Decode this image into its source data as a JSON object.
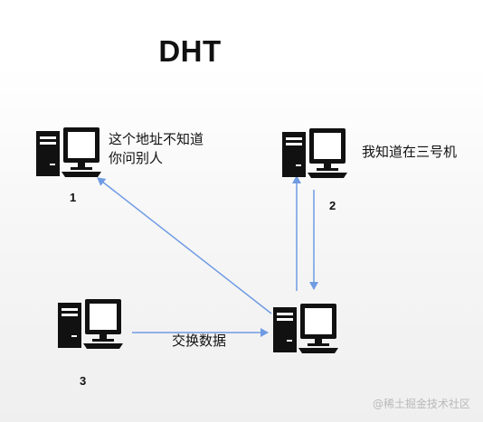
{
  "title": "DHT",
  "nodes": {
    "n1": {
      "number": "1",
      "note": "这个地址不知道\n你问别人"
    },
    "n2": {
      "number": "2",
      "note": "我知道在三号机"
    },
    "n3": {
      "number": "3"
    },
    "n4": {}
  },
  "edges": {
    "exchange_label": "交换数据"
  },
  "colors": {
    "arrow": "#6f9be3",
    "computer": "#111111"
  },
  "icons": {
    "computer": "desktop-computer-icon"
  },
  "watermark": "@稀土掘金技术社区"
}
